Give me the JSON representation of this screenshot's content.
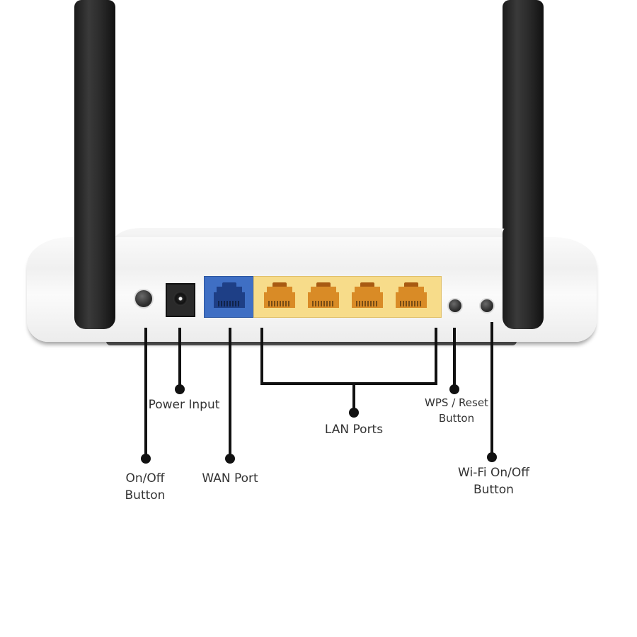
{
  "diagram": {
    "subject": "Wireless router rear panel",
    "colors": {
      "wan_port": "#3f6fc4",
      "lan_ports": "#f7dc8a",
      "lan_jack": "#d98b26",
      "antenna": "#222222",
      "leader_line": "#111111",
      "label_text": "#333333"
    },
    "components": [
      {
        "id": "onoff",
        "label_line1": "On/Off",
        "label_line2": "Button"
      },
      {
        "id": "power",
        "label_line1": "Power Input"
      },
      {
        "id": "wan",
        "label_line1": "WAN Port"
      },
      {
        "id": "lan",
        "label_line1": "LAN Ports",
        "count": 4
      },
      {
        "id": "wps",
        "label_line1": "WPS / Reset",
        "label_line2": "Button"
      },
      {
        "id": "wifi",
        "label_line1": "Wi-Fi On/Off",
        "label_line2": "Button"
      }
    ]
  }
}
